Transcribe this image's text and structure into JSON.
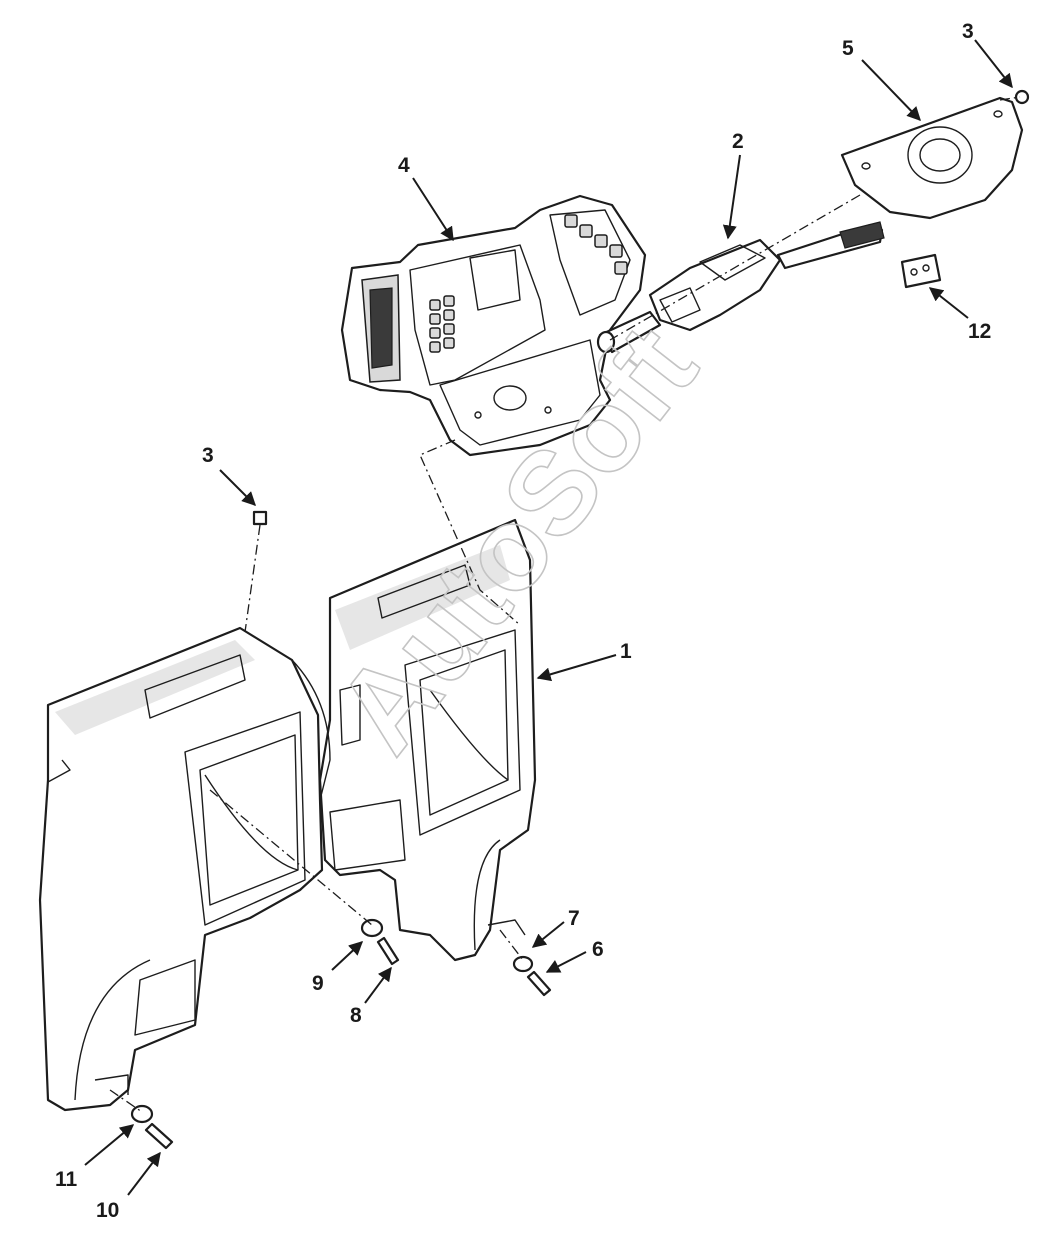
{
  "watermark": "AutoSoft",
  "callouts": [
    {
      "id": "c1",
      "label": "1"
    },
    {
      "id": "c2",
      "label": "2"
    },
    {
      "id": "c3a",
      "label": "3"
    },
    {
      "id": "c3b",
      "label": "3"
    },
    {
      "id": "c4",
      "label": "4"
    },
    {
      "id": "c5",
      "label": "5"
    },
    {
      "id": "c6",
      "label": "6"
    },
    {
      "id": "c7",
      "label": "7"
    },
    {
      "id": "c8",
      "label": "8"
    },
    {
      "id": "c9",
      "label": "9"
    },
    {
      "id": "c10",
      "label": "10"
    },
    {
      "id": "c11",
      "label": "11"
    },
    {
      "id": "c12",
      "label": "12"
    }
  ]
}
